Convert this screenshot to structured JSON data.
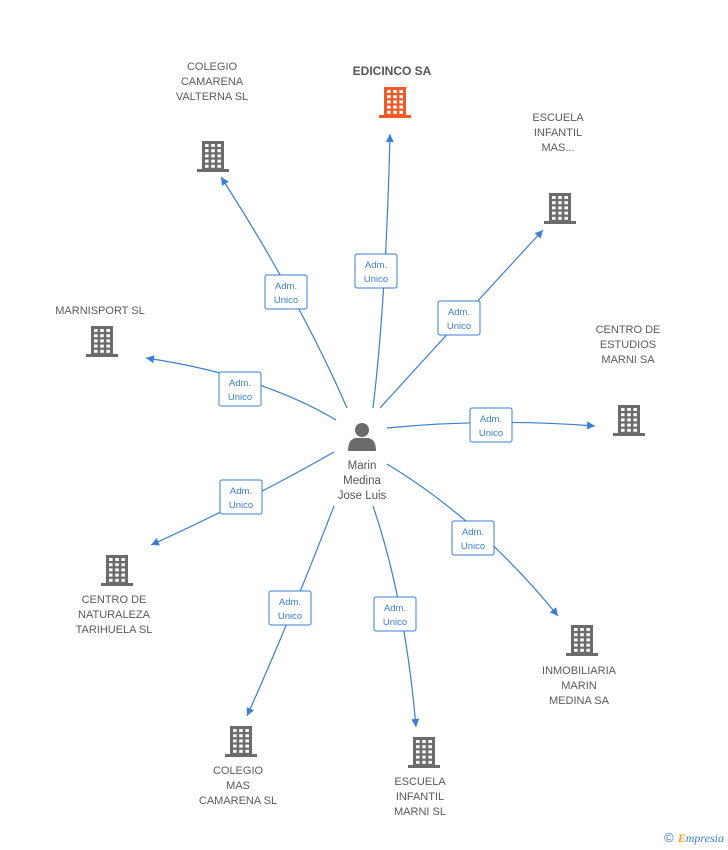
{
  "center": {
    "name_lines": [
      "Marin",
      "Medina",
      "Jose Luis"
    ],
    "icon": "person-icon"
  },
  "edge_label": [
    "Adm.",
    "Unico"
  ],
  "nodes": [
    {
      "id": "edicinco",
      "lines": [
        "EDICINCO SA"
      ],
      "highlight": true,
      "color": "#f05a28"
    },
    {
      "id": "colegio-camarena",
      "lines": [
        "COLEGIO",
        "CAMARENA",
        "VALTERNA SL"
      ]
    },
    {
      "id": "escuela-mas",
      "lines": [
        "ESCUELA",
        "INFANTIL",
        "MAS..."
      ]
    },
    {
      "id": "marnisport",
      "lines": [
        "MARNISPORT SL"
      ]
    },
    {
      "id": "centro-estudios",
      "lines": [
        "CENTRO DE",
        "ESTUDIOS",
        "MARNI SA"
      ]
    },
    {
      "id": "centro-naturaleza",
      "lines": [
        "CENTRO DE",
        "NATURALEZA",
        "TARIHUELA SL"
      ]
    },
    {
      "id": "inmobiliaria",
      "lines": [
        "INMOBILIARIA",
        "MARIN",
        "MEDINA SA"
      ]
    },
    {
      "id": "colegio-mas",
      "lines": [
        "COLEGIO",
        "MAS",
        "CAMARENA SL"
      ]
    },
    {
      "id": "escuela-marni",
      "lines": [
        "ESCUELA",
        "INFANTIL",
        "MARNI SL"
      ]
    }
  ],
  "colors": {
    "edge": "#3a7fd0",
    "building": "#6b6b6b",
    "highlight": "#f05a28"
  },
  "footer": {
    "copyright": "©",
    "brand_e": "E",
    "brand_rest": "mpresia"
  }
}
